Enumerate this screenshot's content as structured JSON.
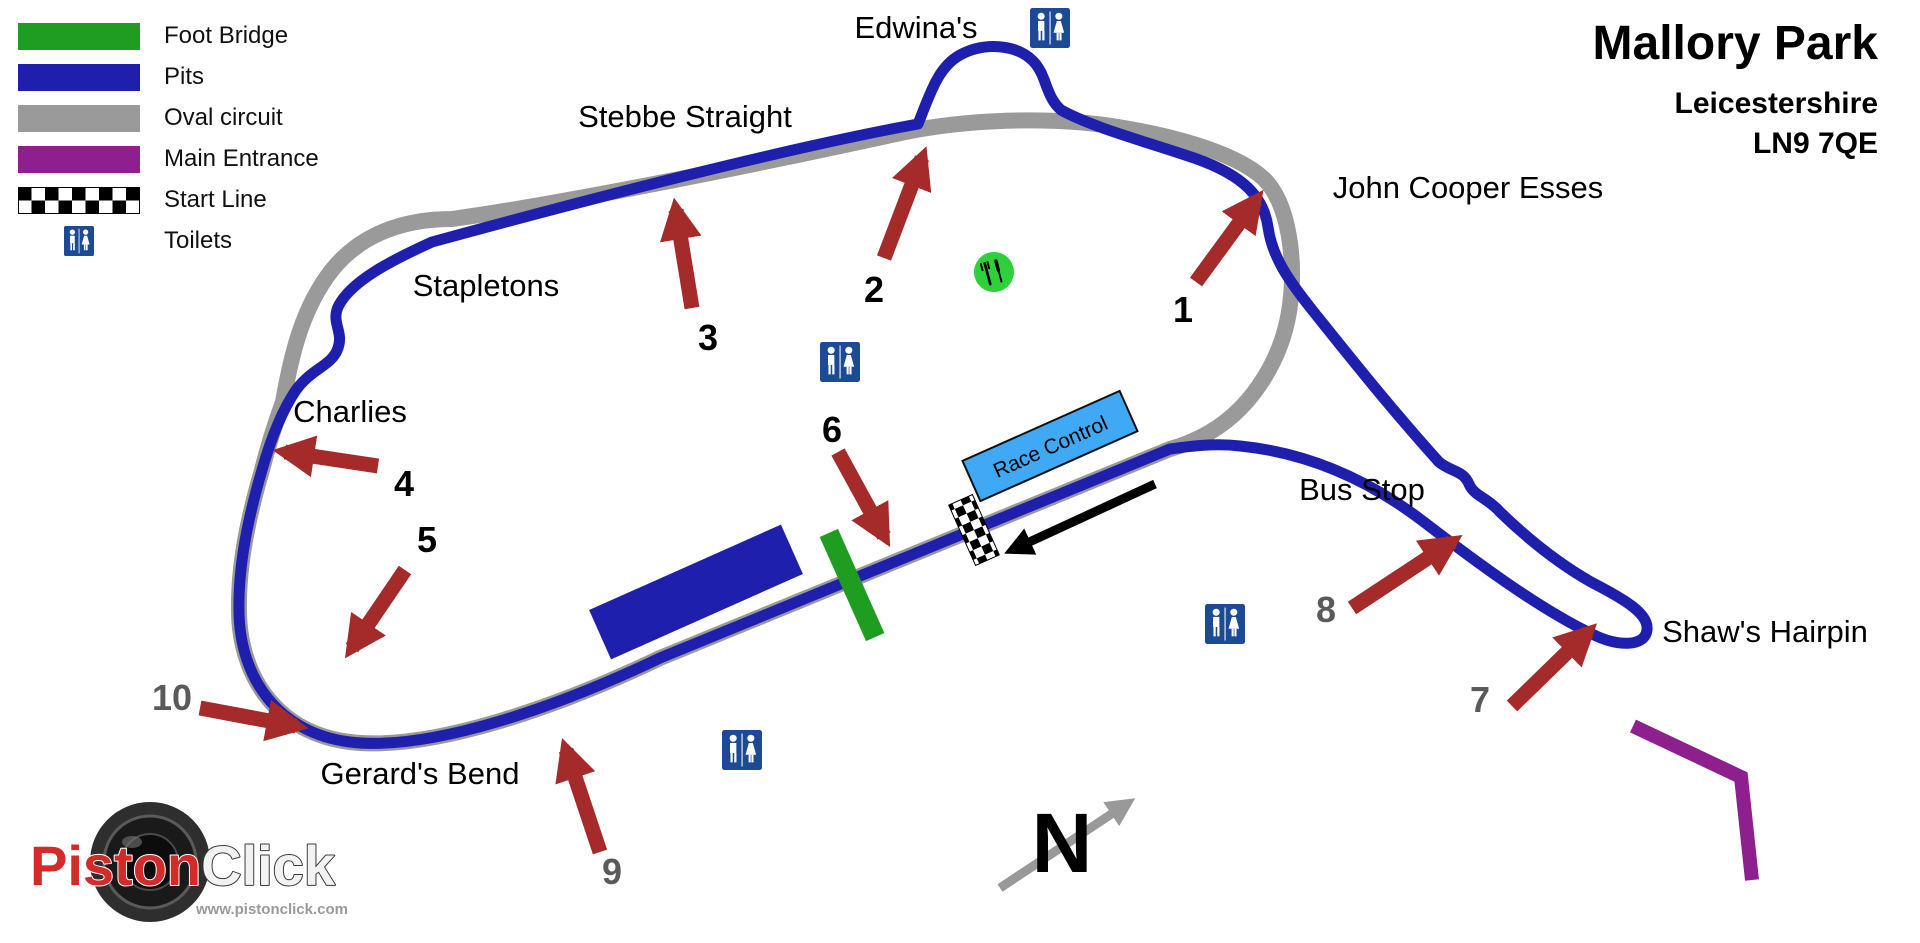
{
  "title": {
    "name": "Mallory Park",
    "region": "Leicestershire",
    "postcode": "LN9 7QE"
  },
  "legend": {
    "items": [
      {
        "label": "Foot Bridge",
        "color": "#1f9d20"
      },
      {
        "label": "Pits",
        "color": "#1f1fae"
      },
      {
        "label": "Oval circuit",
        "color": "#9a9a9a"
      },
      {
        "label": "Main Entrance",
        "color": "#8e1f8e"
      },
      {
        "label": "Start Line",
        "pattern": "black-white-checker"
      },
      {
        "label": "Toilets",
        "icon": "toilet-icon"
      }
    ]
  },
  "track_labels": {
    "edwinas": "Edwina's",
    "stebbe_straight": "Stebbe Straight",
    "john_cooper_esses": "John Cooper Esses",
    "stapletons": "Stapletons",
    "charlies": "Charlies",
    "bus_stop": "Bus Stop",
    "shaws_hairpin": "Shaw's Hairpin",
    "gerards_bend": "Gerard's Bend"
  },
  "race_control": {
    "label": "Race Control",
    "fill": "#3fa9f5"
  },
  "viewpoints": [
    {
      "n": "1",
      "color": "#000000"
    },
    {
      "n": "2",
      "color": "#000000"
    },
    {
      "n": "3",
      "color": "#000000"
    },
    {
      "n": "4",
      "color": "#000000"
    },
    {
      "n": "5",
      "color": "#000000"
    },
    {
      "n": "6",
      "color": "#000000"
    },
    {
      "n": "7",
      "color": "#5a5a5a"
    },
    {
      "n": "8",
      "color": "#5a5a5a"
    },
    {
      "n": "9",
      "color": "#5a5a5a"
    },
    {
      "n": "10",
      "color": "#5a5a5a"
    }
  ],
  "compass": {
    "label": "N"
  },
  "logo": {
    "piston": "Piston",
    "click": "Click",
    "url": "www.pistonclick.com"
  },
  "colors": {
    "track": "#1f1fae",
    "oval_circuit": "#9a9a9a",
    "foot_bridge": "#1f9d20",
    "pits": "#1f1fae",
    "main_entrance": "#8e1f8e",
    "spectator_arrow": "#a52a2a",
    "toilet_icon": "#1c4a94",
    "restaurant_icon": "#2fd03c",
    "race_control_box": "#3fa9f5",
    "direction_arrow": "#000000",
    "compass_arrow": "#999999"
  },
  "icons": {
    "toilet": "toilet-icon",
    "restaurant": "restaurant-icon",
    "start_line": "checkered-start-line",
    "camera_lens": "camera-lens-icon"
  }
}
